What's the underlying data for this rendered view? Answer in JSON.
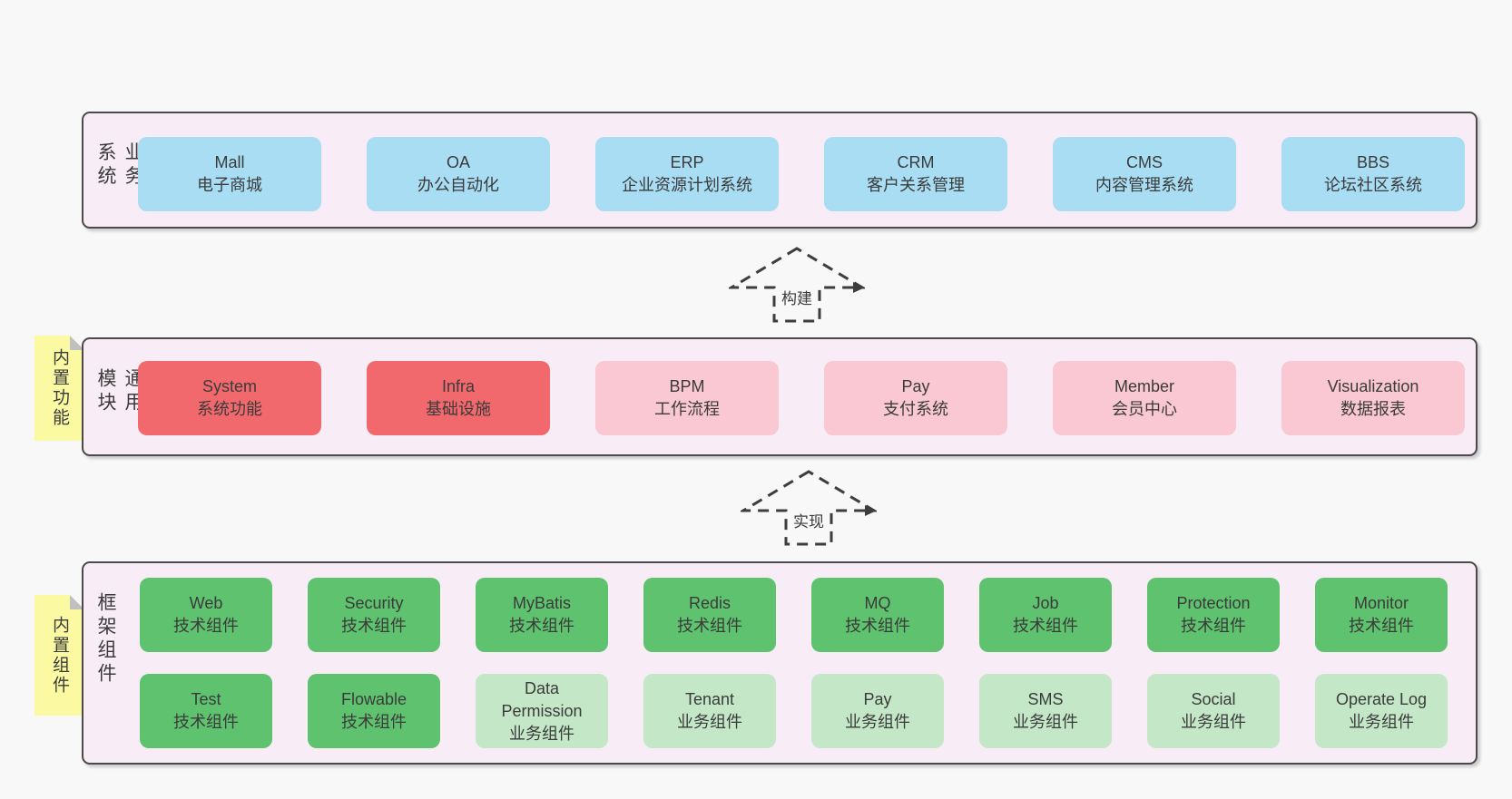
{
  "colors": {
    "page_bg": "#f8f8f8",
    "container_bg": "#f8edf6",
    "container_border": "#4a4a4a",
    "box_blue": "#a9ddf4",
    "box_red": "#f2696d",
    "box_pink": "#f9c8d2",
    "box_green_dark": "#5ec26e",
    "box_green_light": "#c3e7c7",
    "note_yellow": "#fbf9a2",
    "text": "#3b3b3b"
  },
  "layers": {
    "business": {
      "label": "业务系统",
      "boxes": [
        {
          "title": "Mall",
          "subtitle": "电子商城"
        },
        {
          "title": "OA",
          "subtitle": "办公自动化"
        },
        {
          "title": "ERP",
          "subtitle": "企业资源计划系统"
        },
        {
          "title": "CRM",
          "subtitle": "客户关系管理"
        },
        {
          "title": "CMS",
          "subtitle": "内容管理系统"
        },
        {
          "title": "BBS",
          "subtitle": "论坛社区系统"
        }
      ]
    },
    "modules": {
      "label": "通用模块",
      "note": "内置功能",
      "boxes": [
        {
          "title": "System",
          "subtitle": "系统功能"
        },
        {
          "title": "Infra",
          "subtitle": "基础设施"
        },
        {
          "title": "BPM",
          "subtitle": "工作流程"
        },
        {
          "title": "Pay",
          "subtitle": "支付系统"
        },
        {
          "title": "Member",
          "subtitle": "会员中心"
        },
        {
          "title": "Visualization",
          "subtitle": "数据报表"
        }
      ]
    },
    "components": {
      "label": "框架组件",
      "note": "内置组件",
      "row1": [
        {
          "title": "Web",
          "subtitle": "技术组件"
        },
        {
          "title": "Security",
          "subtitle": "技术组件"
        },
        {
          "title": "MyBatis",
          "subtitle": "技术组件"
        },
        {
          "title": "Redis",
          "subtitle": "技术组件"
        },
        {
          "title": "MQ",
          "subtitle": "技术组件"
        },
        {
          "title": "Job",
          "subtitle": "技术组件"
        },
        {
          "title": "Protection",
          "subtitle": "技术组件"
        },
        {
          "title": "Monitor",
          "subtitle": "技术组件"
        }
      ],
      "row2": [
        {
          "title": "Test",
          "subtitle": "技术组件"
        },
        {
          "title": "Flowable",
          "subtitle": "技术组件"
        },
        {
          "title": "Data\nPermission",
          "subtitle": "业务组件"
        },
        {
          "title": "Tenant",
          "subtitle": "业务组件"
        },
        {
          "title": "Pay",
          "subtitle": "业务组件"
        },
        {
          "title": "SMS",
          "subtitle": "业务组件"
        },
        {
          "title": "Social",
          "subtitle": "业务组件"
        },
        {
          "title": "Operate Log",
          "subtitle": "业务组件"
        }
      ]
    }
  },
  "arrows": [
    {
      "label": "构建"
    },
    {
      "label": "实现"
    }
  ]
}
